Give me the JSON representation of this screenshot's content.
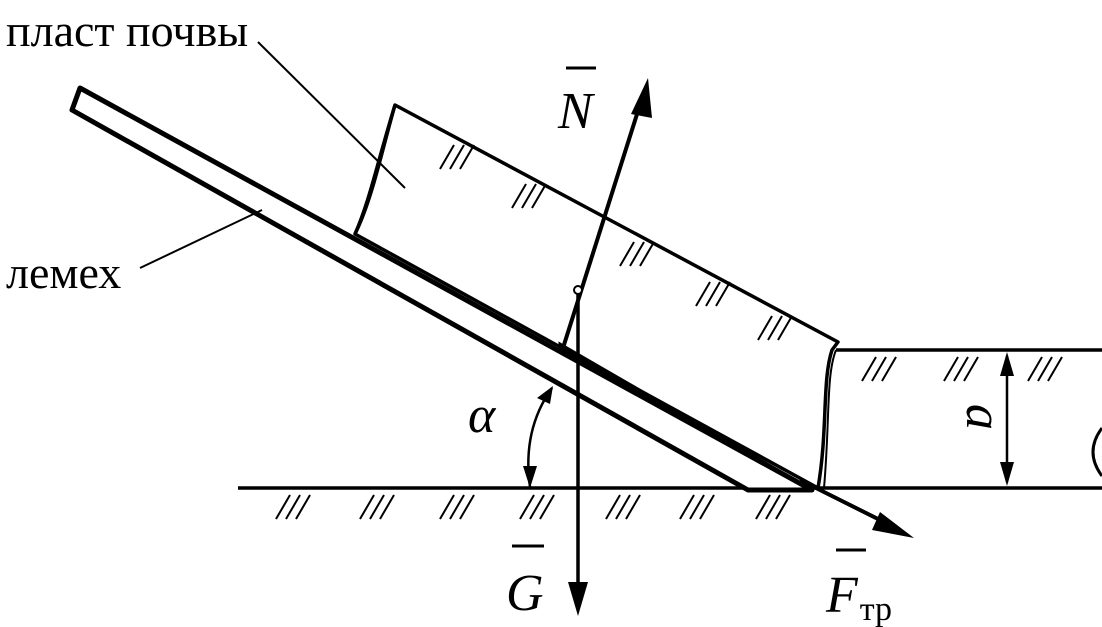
{
  "labels": {
    "soil_layer": "пласт почвы",
    "share": "лемех",
    "angle": "α",
    "depth": "a",
    "normal_force": "N",
    "gravity_force": "G",
    "friction_force": "F",
    "friction_subscript": "тр"
  },
  "colors": {
    "line": "#000000",
    "background": "#ffffff"
  }
}
